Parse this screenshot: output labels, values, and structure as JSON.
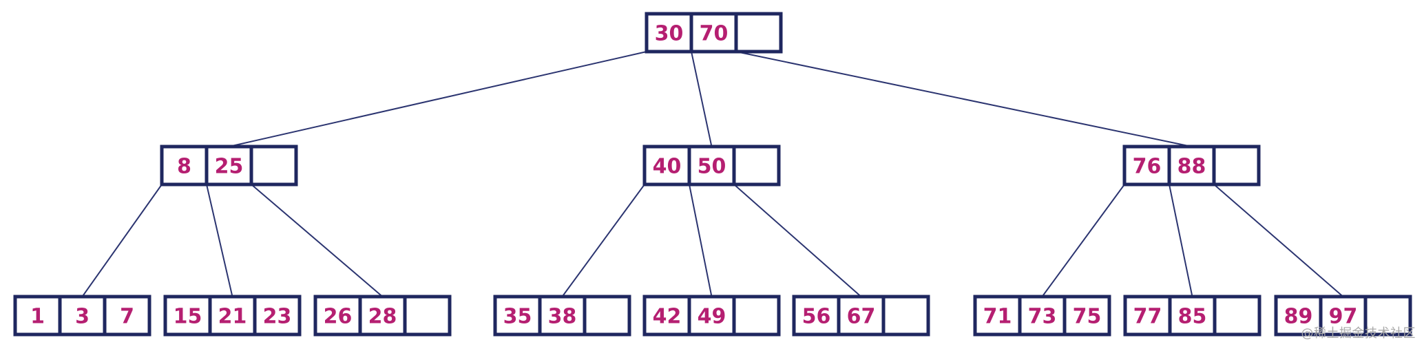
{
  "tree": {
    "node_size": 3,
    "root": {
      "id": "root",
      "keys": [
        "30",
        "70"
      ],
      "children": [
        {
          "id": "n-8-25",
          "keys": [
            "8",
            "25"
          ],
          "children": [
            {
              "id": "leaf-1-3-7",
              "keys": [
                "1",
                "3",
                "7"
              ],
              "children": []
            },
            {
              "id": "leaf-15-21-23",
              "keys": [
                "15",
                "21",
                "23"
              ],
              "children": []
            },
            {
              "id": "leaf-26-28",
              "keys": [
                "26",
                "28"
              ],
              "children": []
            }
          ]
        },
        {
          "id": "n-40-50",
          "keys": [
            "40",
            "50"
          ],
          "children": [
            {
              "id": "leaf-35-38",
              "keys": [
                "35",
                "38"
              ],
              "children": []
            },
            {
              "id": "leaf-42-49",
              "keys": [
                "42",
                "49"
              ],
              "children": []
            },
            {
              "id": "leaf-56-67",
              "keys": [
                "56",
                "67"
              ],
              "children": []
            }
          ]
        },
        {
          "id": "n-76-88",
          "keys": [
            "76",
            "88"
          ],
          "children": [
            {
              "id": "leaf-71-73-75",
              "keys": [
                "71",
                "73",
                "75"
              ],
              "children": []
            },
            {
              "id": "leaf-77-85",
              "keys": [
                "77",
                "85"
              ],
              "children": []
            },
            {
              "id": "leaf-89-97",
              "keys": [
                "89",
                "97"
              ],
              "children": []
            }
          ]
        }
      ]
    }
  },
  "watermark": "@稀土掘金技术社区",
  "colors": {
    "node_border": "#1f275f",
    "edge": "#2b3470",
    "key_text": "#b51f71",
    "background": "#ffffff"
  }
}
